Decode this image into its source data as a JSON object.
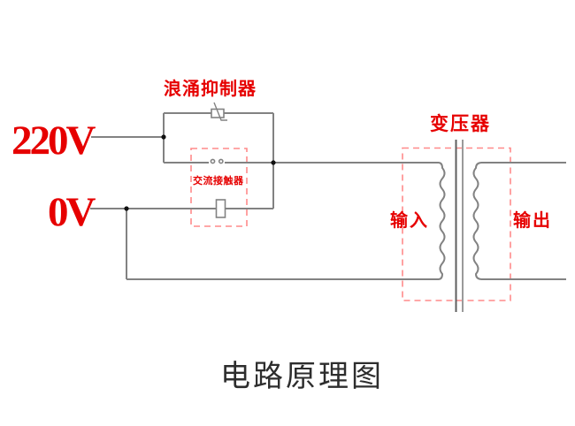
{
  "title": "电路原理图",
  "labels": {
    "surge_suppressor": "浪涌抑制器",
    "voltage_live": "220V",
    "voltage_neutral": "0V",
    "ac_contactor": "交流接触器",
    "transformer": "变压器",
    "input": "输入",
    "output": "输出"
  },
  "colors": {
    "label_red": "#e60000",
    "dashed_red": "#ff8a8a",
    "wire_gray": "#828282",
    "core_dark": "#5f5f5f",
    "core_light": "#9a9a9a",
    "junction_black": "#111111",
    "title_color": "#2d2d2d",
    "background": "#ffffff"
  }
}
